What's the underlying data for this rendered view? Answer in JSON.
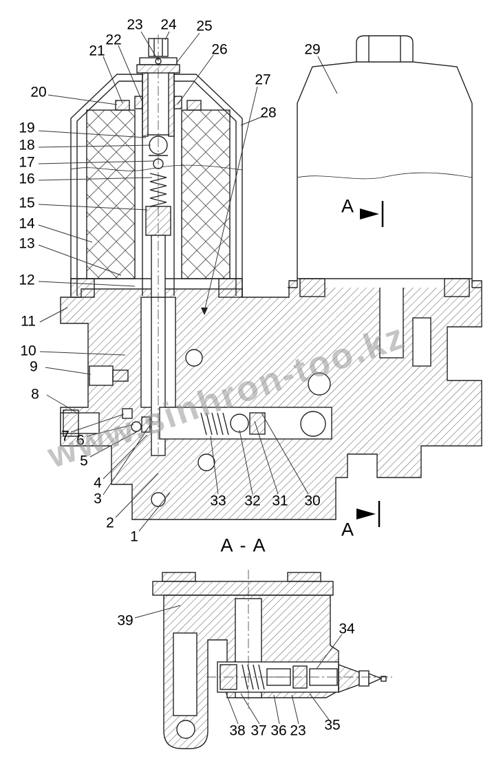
{
  "figure": {
    "watermark": "www.sinhron-too.kz",
    "section_title": "A - A",
    "section_marker": "A"
  },
  "callouts": {
    "main": [
      {
        "label": "23"
      },
      {
        "label": "24"
      },
      {
        "label": "25"
      },
      {
        "label": "22"
      },
      {
        "label": "21"
      },
      {
        "label": "26"
      },
      {
        "label": "20"
      },
      {
        "label": "27"
      },
      {
        "label": "28"
      },
      {
        "label": "29"
      },
      {
        "label": "19"
      },
      {
        "label": "18"
      },
      {
        "label": "17"
      },
      {
        "label": "16"
      },
      {
        "label": "15"
      },
      {
        "label": "14"
      },
      {
        "label": "13"
      },
      {
        "label": "12"
      },
      {
        "label": "11"
      },
      {
        "label": "10"
      },
      {
        "label": "9"
      },
      {
        "label": "8"
      },
      {
        "label": "7"
      },
      {
        "label": "6"
      },
      {
        "label": "5"
      },
      {
        "label": "4"
      },
      {
        "label": "3"
      },
      {
        "label": "2"
      },
      {
        "label": "1"
      },
      {
        "label": "33"
      },
      {
        "label": "32"
      },
      {
        "label": "31"
      },
      {
        "label": "30"
      }
    ],
    "section": [
      {
        "label": "39"
      },
      {
        "label": "34"
      },
      {
        "label": "38"
      },
      {
        "label": "37"
      },
      {
        "label": "36"
      },
      {
        "label": "23"
      },
      {
        "label": "35"
      }
    ]
  }
}
